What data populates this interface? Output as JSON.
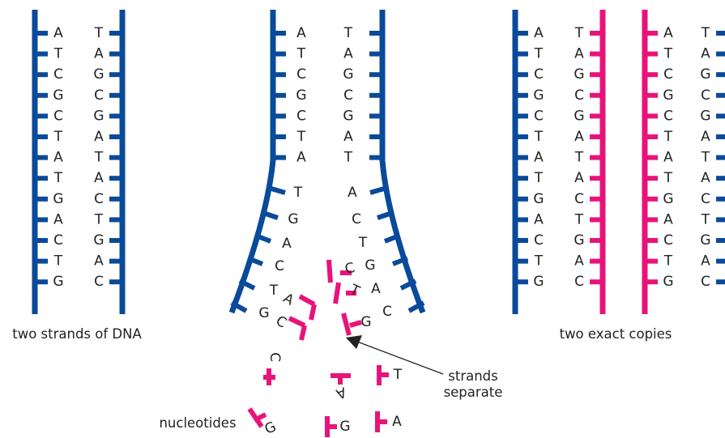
{
  "colors": {
    "dna_strand": "#0a4a9a",
    "new_strand": "#e8137a",
    "text": "#222222",
    "arrow": "#222222"
  },
  "panels": {
    "original": {
      "caption": "two strands of DNA",
      "left_bases": [
        "A",
        "T",
        "C",
        "G",
        "C",
        "T",
        "A",
        "T",
        "G",
        "A",
        "C",
        "T",
        "G"
      ],
      "right_bases": [
        "T",
        "A",
        "G",
        "C",
        "G",
        "A",
        "T",
        "A",
        "C",
        "T",
        "G",
        "A",
        "C"
      ]
    },
    "replicating": {
      "top_left_bases": [
        "A",
        "T",
        "C",
        "G",
        "C",
        "T",
        "A"
      ],
      "top_right_bases": [
        "T",
        "A",
        "G",
        "C",
        "G",
        "A",
        "T"
      ],
      "fork_left_bases": [
        "T",
        "G",
        "A",
        "C",
        "T",
        "G"
      ],
      "fork_right_bases": [
        "A",
        "C",
        "T",
        "G",
        "A",
        "C"
      ],
      "new_on_left": [
        "A",
        "C"
      ],
      "new_on_right": [
        "C",
        "T",
        "G"
      ]
    },
    "copies": {
      "caption": "two exact copies",
      "left_bases": [
        "A",
        "T",
        "C",
        "G",
        "C",
        "T",
        "A",
        "T",
        "G",
        "A",
        "C",
        "T",
        "G"
      ],
      "right_bases": [
        "T",
        "A",
        "G",
        "C",
        "G",
        "A",
        "T",
        "A",
        "C",
        "T",
        "G",
        "A",
        "C"
      ]
    }
  },
  "free_nucleotides": [
    "C",
    "A",
    "T",
    "G",
    "G",
    "A"
  ],
  "labels": {
    "strands_separate_line1": "strands",
    "strands_separate_line2": "separate",
    "nucleotides": "nucleotides"
  }
}
